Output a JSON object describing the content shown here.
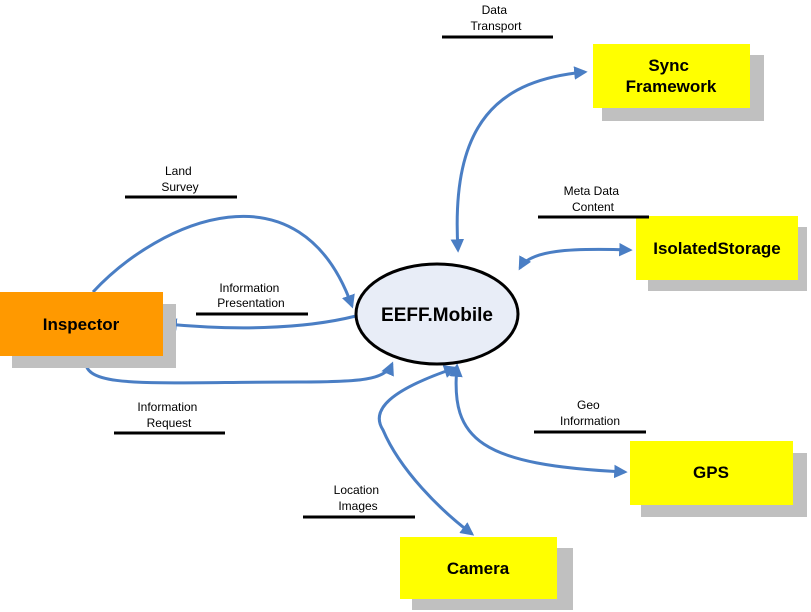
{
  "colors": {
    "external_fill": "#FFFF00",
    "actor_fill": "#FF9900",
    "shadow": "#C0C0C0",
    "process_fill": "#E8EDF7",
    "edge": "#4A7EC4",
    "line": "#000000"
  },
  "nodes": {
    "sync": {
      "line1": "Sync",
      "line2": "Framework"
    },
    "isolated": {
      "label": "IsolatedStorage"
    },
    "inspector": {
      "label": "Inspector"
    },
    "central": {
      "label": "EEFF.Mobile"
    },
    "gps": {
      "label": "GPS"
    },
    "camera": {
      "label": "Camera"
    }
  },
  "flows": {
    "data_transport": {
      "line1": "Data",
      "line2": "Transport"
    },
    "land_survey": {
      "line1": "Land",
      "line2": "Survey"
    },
    "meta_data": {
      "line1": "Meta Data",
      "line2": "Content"
    },
    "info_presentation": {
      "line1": "Information",
      "line2": "Presentation"
    },
    "info_request": {
      "line1": "Information",
      "line2": "Request"
    },
    "geo_info": {
      "line1": "Geo",
      "line2": "Information"
    },
    "location_images": {
      "line1": "Location",
      "line2": "Images"
    }
  }
}
